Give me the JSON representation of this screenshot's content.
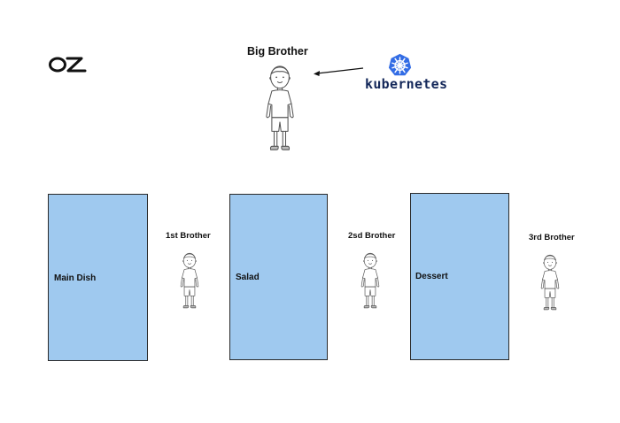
{
  "logo": {
    "text": "OZ"
  },
  "orchestrator": {
    "title": "Big Brother",
    "platform": "kubernetes",
    "platform_color": "#326ce5"
  },
  "stations": [
    {
      "task": "Main Dish",
      "worker": "1st Brother"
    },
    {
      "task": "Salad",
      "worker": "2sd Brother"
    },
    {
      "task": "Dessert",
      "worker": "3rd Brother"
    }
  ],
  "colors": {
    "box_fill": "#9fc9ef",
    "box_border": "#2a2a2a"
  }
}
